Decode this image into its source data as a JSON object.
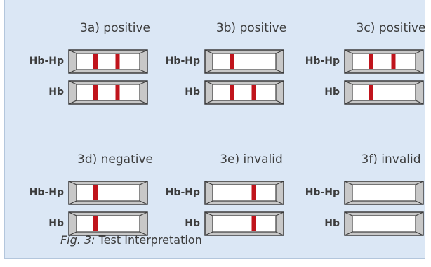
{
  "diagram": {
    "panels": [
      {
        "title": "3a) positive",
        "rows": [
          {
            "label": "Hb-Hp",
            "bands": [
              0.3,
              0.65
            ]
          },
          {
            "label": "Hb",
            "bands": [
              0.3,
              0.65
            ]
          }
        ]
      },
      {
        "title": "3b) positive",
        "rows": [
          {
            "label": "Hb-Hp",
            "bands": [
              0.3
            ]
          },
          {
            "label": "Hb",
            "bands": [
              0.3,
              0.65
            ]
          }
        ]
      },
      {
        "title": "3c) positive",
        "rows": [
          {
            "label": "Hb-Hp",
            "bands": [
              0.3,
              0.65
            ]
          },
          {
            "label": "Hb",
            "bands": [
              0.3
            ]
          }
        ]
      },
      {
        "title": "3d) negative",
        "rows": [
          {
            "label": "Hb-Hp",
            "bands": [
              0.3
            ]
          },
          {
            "label": "Hb",
            "bands": [
              0.3
            ]
          }
        ]
      },
      {
        "title": "3e) invalid",
        "rows": [
          {
            "label": "Hb-Hp",
            "bands": [
              0.65
            ]
          },
          {
            "label": "Hb",
            "bands": [
              0.65
            ]
          }
        ]
      },
      {
        "title": "3f) invalid",
        "rows": [
          {
            "label": "Hb-Hp",
            "bands": []
          },
          {
            "label": "Hb",
            "bands": []
          }
        ]
      }
    ],
    "colors": {
      "band": "#c0141c",
      "frame": "#3c3c3c",
      "bevel": "#c8c8c8",
      "window": "#ffffff"
    }
  },
  "caption": {
    "fig": "Fig. 3:",
    "text": " Test Interpretation"
  }
}
